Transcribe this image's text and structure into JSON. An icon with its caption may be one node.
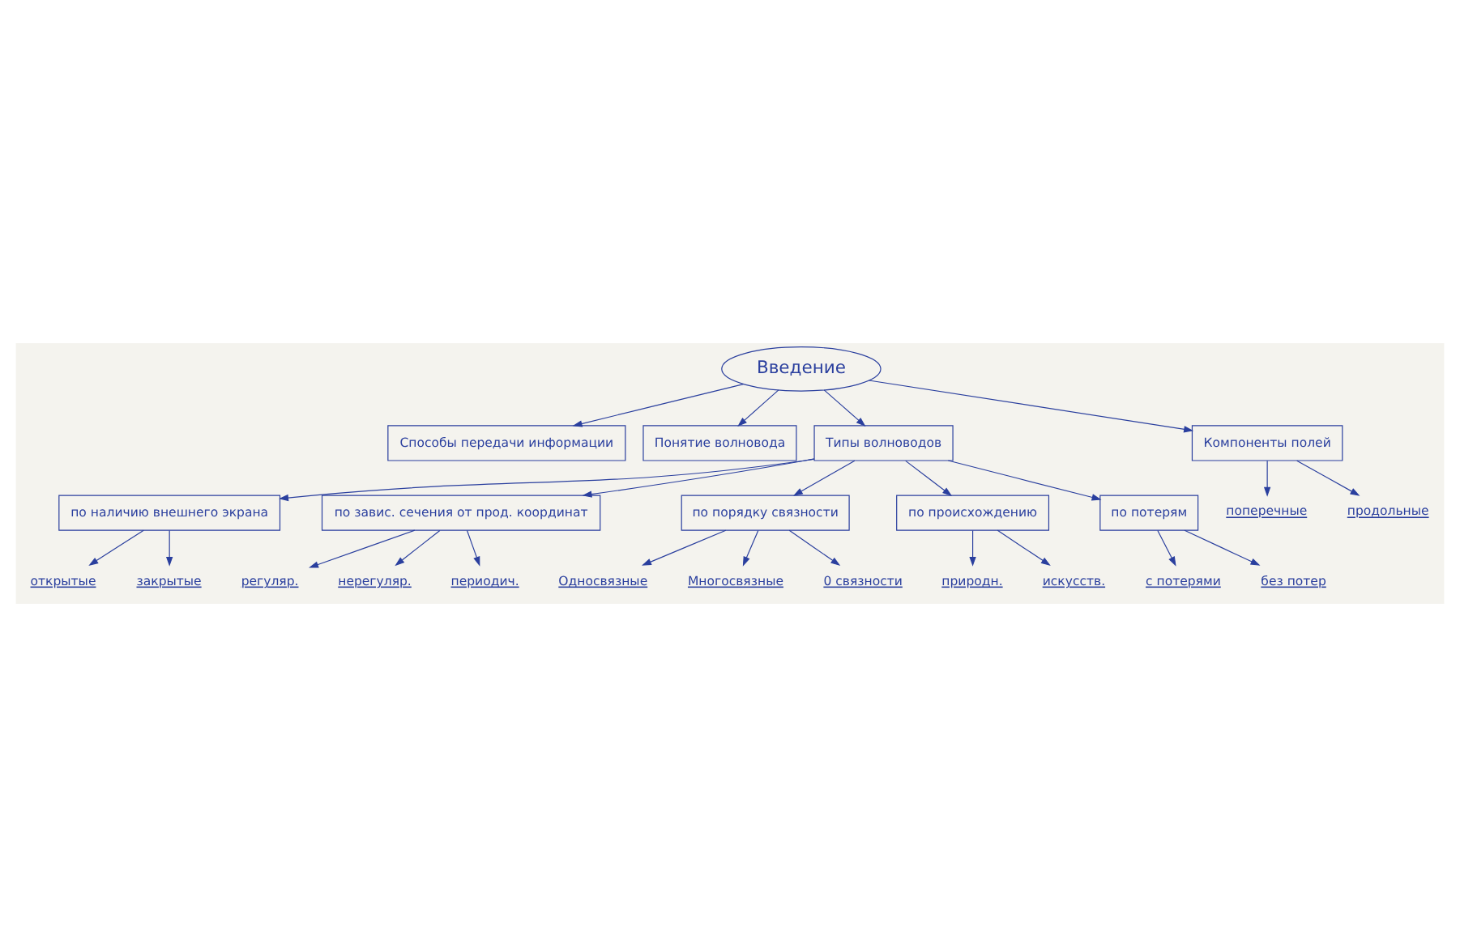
{
  "diagram": {
    "nodes": [
      {
        "text": [
          "Введение"
        ]
      },
      {
        "text": [
          "Способы передачи информации"
        ]
      },
      {
        "text": [
          "Понятие волновода"
        ]
      },
      {
        "text": [
          "Типы волноводов"
        ]
      },
      {
        "text": [
          "Компоненты полей"
        ]
      },
      {
        "text": [
          "поперечные"
        ]
      },
      {
        "text": [
          "продольные"
        ]
      },
      {
        "text": [
          "по наличию внешнего экрана"
        ]
      },
      {
        "text": [
          "открытые"
        ]
      },
      {
        "text": [
          "закрытые"
        ]
      },
      {
        "text": [
          "по завис. сечения от прод. координат"
        ]
      },
      {
        "text": [
          "регуляр."
        ]
      },
      {
        "text": [
          "нерегуляр."
        ]
      },
      {
        "text": [
          "периодич."
        ]
      },
      {
        "text": [
          "по порядку связности"
        ]
      },
      {
        "text": [
          "Односвязные"
        ]
      },
      {
        "text": [
          "Многосвязные"
        ]
      },
      {
        "text": [
          "0 связности"
        ]
      },
      {
        "text": [
          "по происхождению"
        ]
      },
      {
        "text": [
          "природн."
        ]
      },
      {
        "text": [
          "искусств."
        ]
      },
      {
        "text": [
          "по потерям"
        ]
      },
      {
        "text": [
          "с потерями"
        ]
      },
      {
        "text": [
          "без потер"
        ]
      }
    ],
    "edges": [
      {
        "from": 0,
        "to": 1,
        "arrow": "to"
      },
      {
        "from": 0,
        "to": 2,
        "arrow": "to"
      },
      {
        "from": 0,
        "to": 3,
        "arrow": "to"
      },
      {
        "from": 0,
        "to": 4,
        "arrow": "to"
      },
      {
        "from": 4,
        "to": 5,
        "arrow": "to"
      },
      {
        "from": 4,
        "to": 6,
        "arrow": "to"
      },
      {
        "from": 3,
        "to": 7,
        "arrow": "to"
      },
      {
        "from": 7,
        "to": 8,
        "arrow": "to"
      },
      {
        "from": 7,
        "to": 9,
        "arrow": "to"
      },
      {
        "from": 3,
        "to": 10,
        "arrow": "to"
      },
      {
        "from": 3,
        "to": 14,
        "arrow": "to"
      },
      {
        "from": 3,
        "to": 18,
        "arrow": "to"
      },
      {
        "from": 3,
        "to": 21,
        "arrow": "to"
      },
      {
        "from": 10,
        "to": 11,
        "arrow": "to"
      },
      {
        "from": 10,
        "to": 12,
        "arrow": "to"
      },
      {
        "from": 10,
        "to": 13,
        "arrow": "to"
      },
      {
        "from": 14,
        "to": 15,
        "arrow": "to"
      },
      {
        "from": 14,
        "to": 16,
        "arrow": "to"
      },
      {
        "from": 14,
        "to": 17,
        "arrow": "to"
      },
      {
        "from": 18,
        "to": 19,
        "arrow": "to"
      },
      {
        "from": 18,
        "to": 20,
        "arrow": "to"
      },
      {
        "from": 21,
        "to": 22,
        "arrow": "to"
      },
      {
        "from": 21,
        "to": 23,
        "arrow": "to"
      }
    ]
  }
}
